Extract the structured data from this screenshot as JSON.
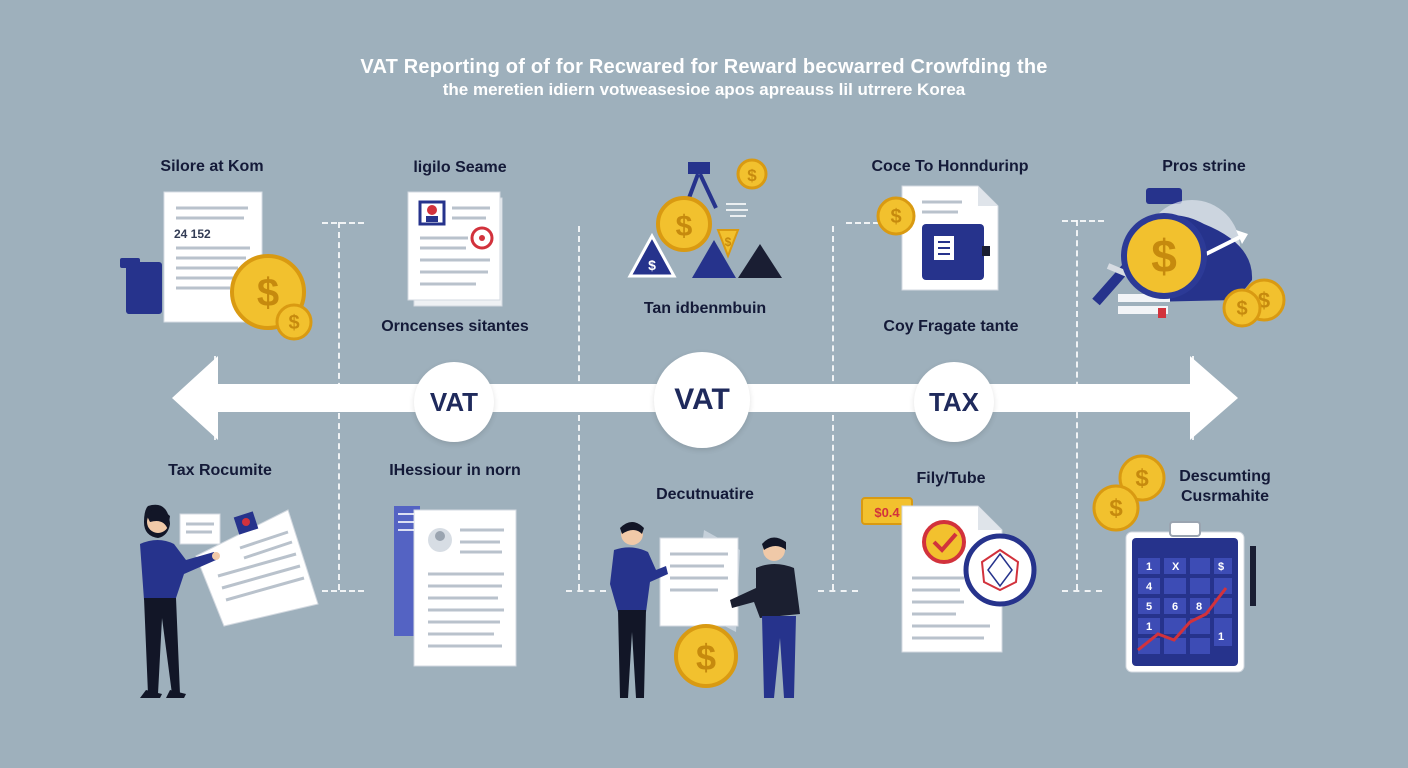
{
  "header": {
    "title": "VAT Reporting of of for Recwared for Reward becwarred Crowfding the",
    "subtitle": "the meretien idiern votweasesioe apos apreauss lil utrrere Korea"
  },
  "top_labels": [
    "Silore at Kom",
    "ligilo Seame",
    "Coce To Honndurinp",
    "Pros strine"
  ],
  "middle_labels": [
    "Orncenses sitantes",
    "Tan idbenmbuin",
    "Coy Fragate tante"
  ],
  "timeline": {
    "badges": [
      "VAT",
      "VAT",
      "TAX"
    ]
  },
  "bottom_labels": [
    "Tax Rocumite",
    "IHessiour in norn",
    "Decutnuatire",
    "Fily/Tube",
    "Descumting",
    "Cusrmahite"
  ],
  "icon_text": {
    "doc_number": "24 152",
    "price_tag": "$0.4",
    "dollar": "$",
    "calc_keys": [
      "1",
      "X",
      "$",
      "4",
      "5",
      "6",
      "8",
      "1",
      "1"
    ]
  },
  "colors": {
    "background": "#9eb0bc",
    "navy": "#26338c",
    "coin": "#f2c12e",
    "coin_edge": "#d99a12",
    "paper": "#ffffff",
    "accent_red": "#d2323c"
  }
}
